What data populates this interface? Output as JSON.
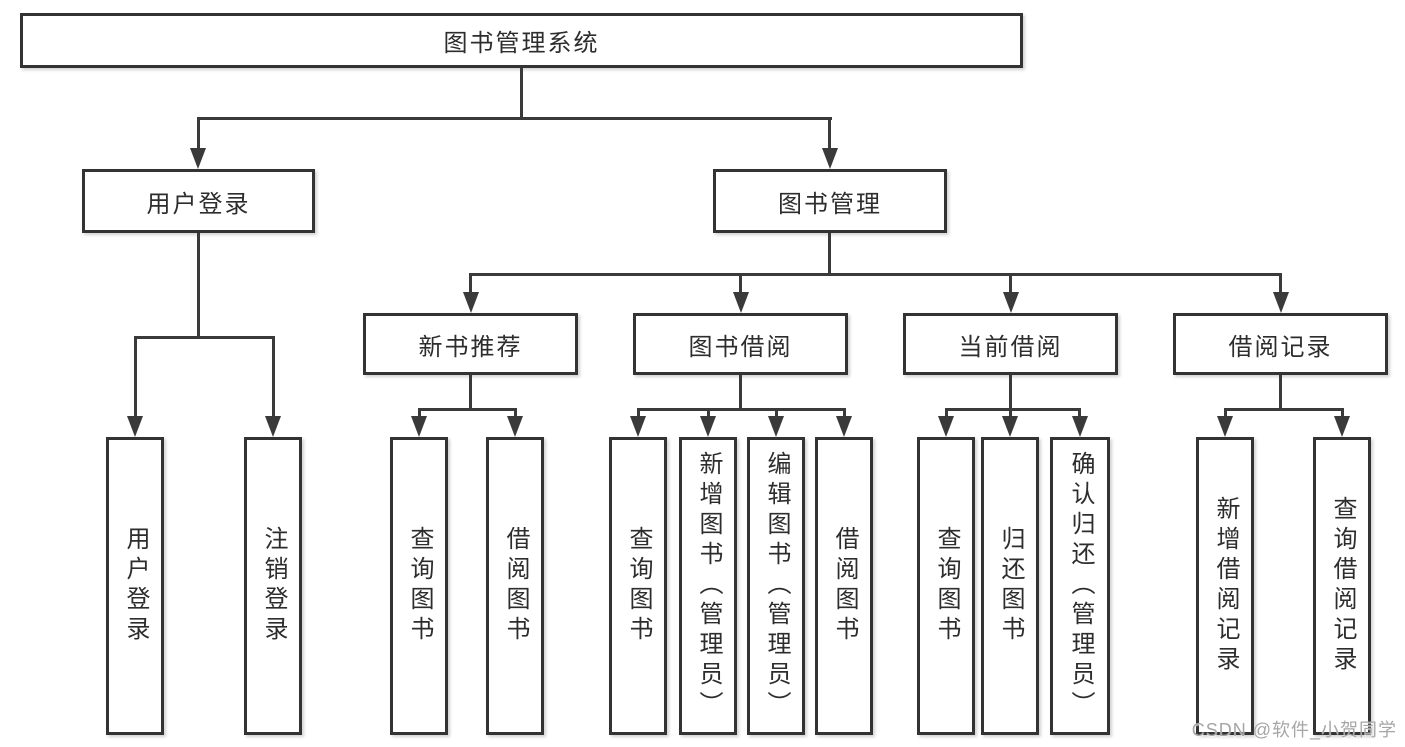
{
  "tree": {
    "label": "图书管理系统",
    "children": [
      {
        "label": "用户登录",
        "children": [
          {
            "label": "用户登录"
          },
          {
            "label": "注销登录"
          }
        ]
      },
      {
        "label": "图书管理",
        "children": [
          {
            "label": "新书推荐",
            "children": [
              {
                "label": "查询图书"
              },
              {
                "label": "借阅图书"
              }
            ]
          },
          {
            "label": "图书借阅",
            "children": [
              {
                "label": "查询图书"
              },
              {
                "label": "新增图书（管理员）"
              },
              {
                "label": "编辑图书（管理员）"
              },
              {
                "label": "借阅图书"
              }
            ]
          },
          {
            "label": "当前借阅",
            "children": [
              {
                "label": "查询图书"
              },
              {
                "label": "归还图书"
              },
              {
                "label": "确认归还（管理员）"
              }
            ]
          },
          {
            "label": "借阅记录",
            "children": [
              {
                "label": "新增借阅记录"
              },
              {
                "label": "查询借阅记录"
              }
            ]
          }
        ]
      }
    ]
  },
  "watermark": {
    "text": "CSDN @软件_小贺同学",
    "color": "#a6a6a6"
  },
  "colors": {
    "background": "#ffffff",
    "box_fill": "#ffffff",
    "box_border": "#333333",
    "line": "#3a3a3a",
    "text": "#2d2d2d"
  }
}
